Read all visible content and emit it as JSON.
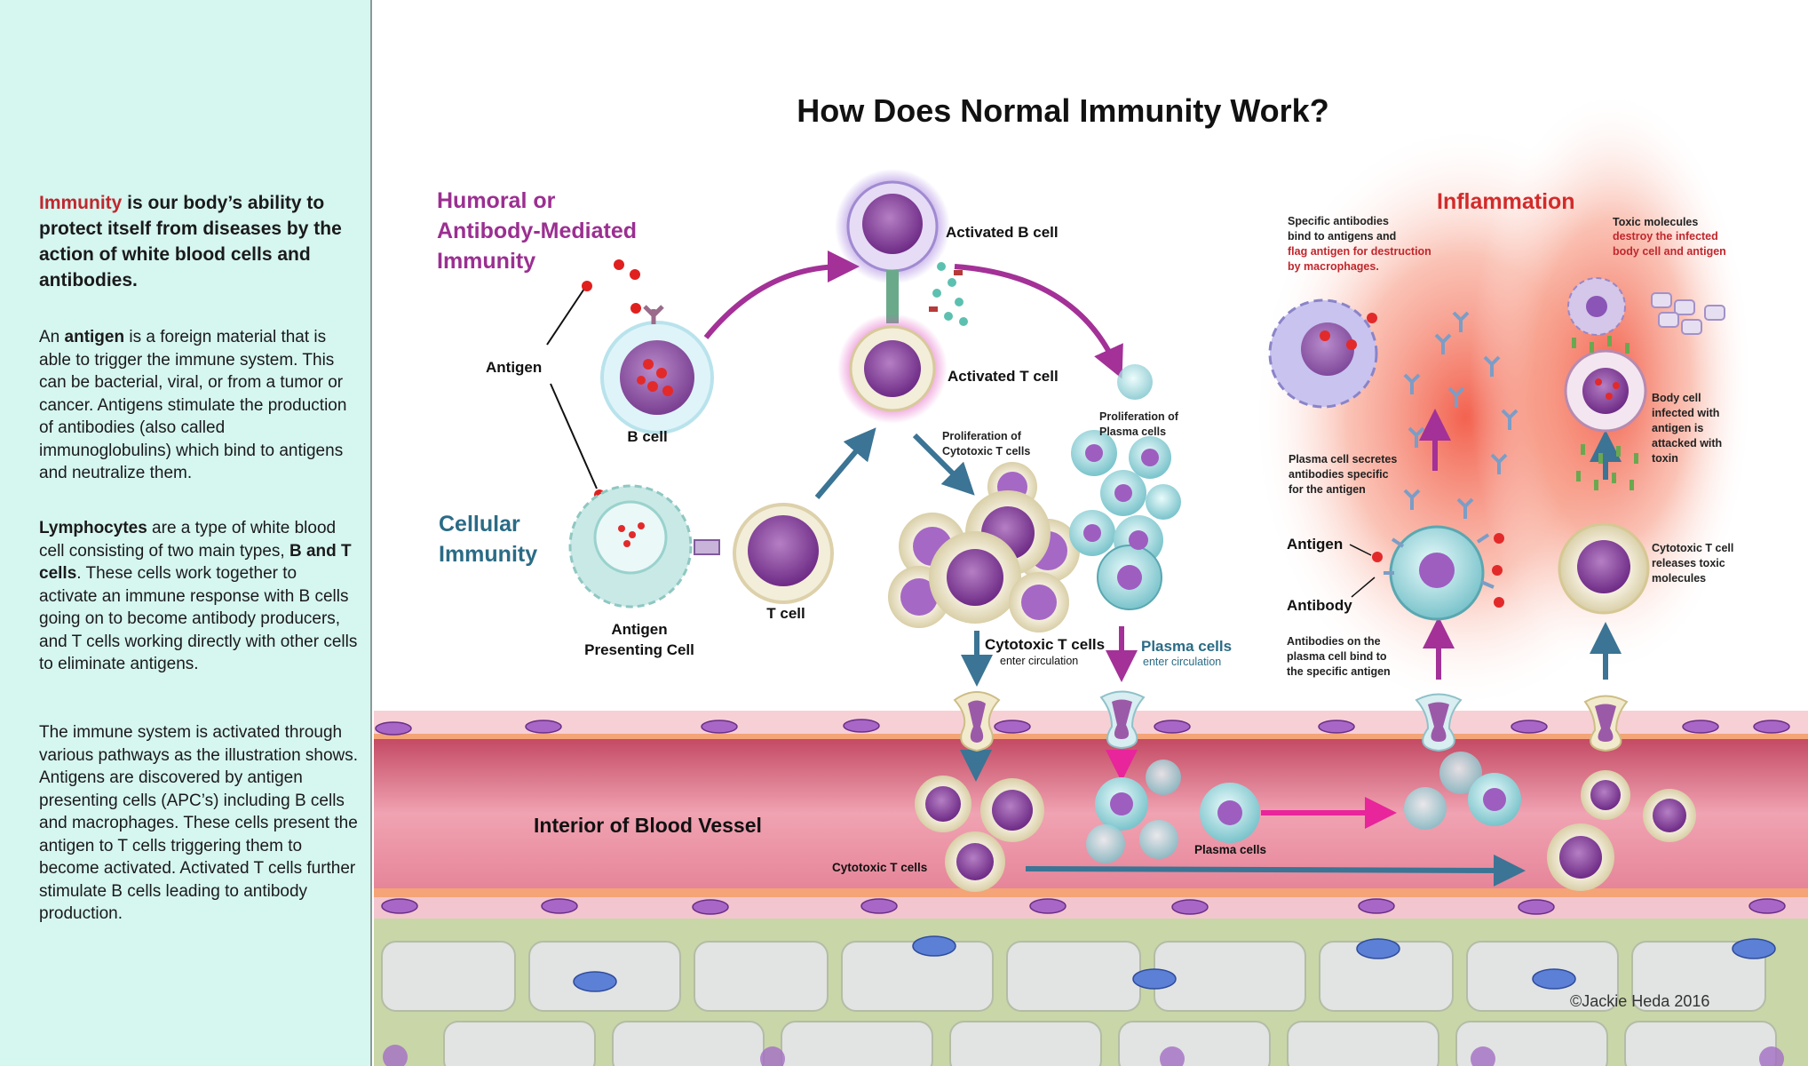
{
  "title": "How Does Normal Immunity Work?",
  "sidebar": {
    "intro": {
      "highlight": "Immunity",
      "rest": " is our body’s ability to protect itself from diseases by the action of white blood cells and antibodies."
    },
    "p1": {
      "pre": "An ",
      "bold": "antigen",
      "post": " is a foreign material  that is able to trigger the immune system. This can be bacterial, viral, or from a tumor or cancer. Antigens stimulate the production of antibodies (also called immunoglobulins) which bind to antigens and neutralize them."
    },
    "p2": {
      "bold1": "Lymphocytes",
      "mid": " are a type of white blood cell consisting of two main types, ",
      "bold2": "B and T cells",
      "post": ". These cells work together to activate an immune response with B cells going on to become antibody producers, and T cells working directly with other cells to eliminate antigens."
    },
    "p3": "The immune system is activated through various pathways as the illustration shows. Antigens are discovered by antigen presenting cells (APC’s) including B cells and macrophages. These cells present the antigen to T cells triggering them to become activated. Activated T cells further stimulate B cells leading to antibody production."
  },
  "diagram": {
    "humoral": [
      "Humoral or",
      "Antibody-Mediated",
      "Immunity"
    ],
    "cellular": [
      "Cellular",
      "Immunity"
    ],
    "antigen_label": "Antigen",
    "b_cell": "B cell",
    "apc": [
      "Antigen",
      "Presenting Cell"
    ],
    "t_cell": "T cell",
    "activated_b": "Activated B cell",
    "activated_t": "Activated T cell",
    "prolif_cytotoxic": [
      "Proliferation of",
      "Cytotoxic T cells"
    ],
    "prolif_plasma": [
      "Proliferation of",
      "Plasma cells"
    ],
    "cytotoxic_enter": "Cytotoxic T cells",
    "plasma_enter": "Plasma cells",
    "enter_circulation": "enter circulation",
    "interior_vessel": "Interior of Blood Vessel",
    "cytotoxic_in_vessel": "Cytotoxic T cells",
    "plasma_in_vessel": "Plasma cells",
    "inflammation": "Inflammation",
    "specific_antibodies": [
      "Specific antibodies",
      "bind to antigens and"
    ],
    "specific_antibodies_red": [
      "flag antigen for destruction",
      "by macrophages."
    ],
    "toxic_molecules": "Toxic molecules",
    "toxic_red": [
      "destroy the infected",
      "body cell and antigen"
    ],
    "plasma_secretes": [
      "Plasma cell secretes",
      "antibodies specific",
      "for the antigen"
    ],
    "body_cell_infected": [
      "Body cell",
      "infected with",
      "antigen is",
      "attacked with",
      "toxin"
    ],
    "right_antigen": "Antigen",
    "right_antibody": "Antibody",
    "antibodies_bind": [
      "Antibodies on the",
      "plasma cell bind to",
      "the specific antigen"
    ],
    "cytotoxic_releases": [
      "Cytotoxic T cell",
      "releases toxic",
      "molecules"
    ],
    "copyright": "©Jackie Heda 2016"
  },
  "colors": {
    "sidebar_bg": "#d6f6f0",
    "humoral": "#9b2f91",
    "cellular": "#2b6b85",
    "inflammation": "#d22b2b",
    "highlight_red": "#c0272d",
    "arrow_magenta": "#a33197",
    "arrow_blue": "#3b7494",
    "arrow_pink": "#e8259a"
  }
}
